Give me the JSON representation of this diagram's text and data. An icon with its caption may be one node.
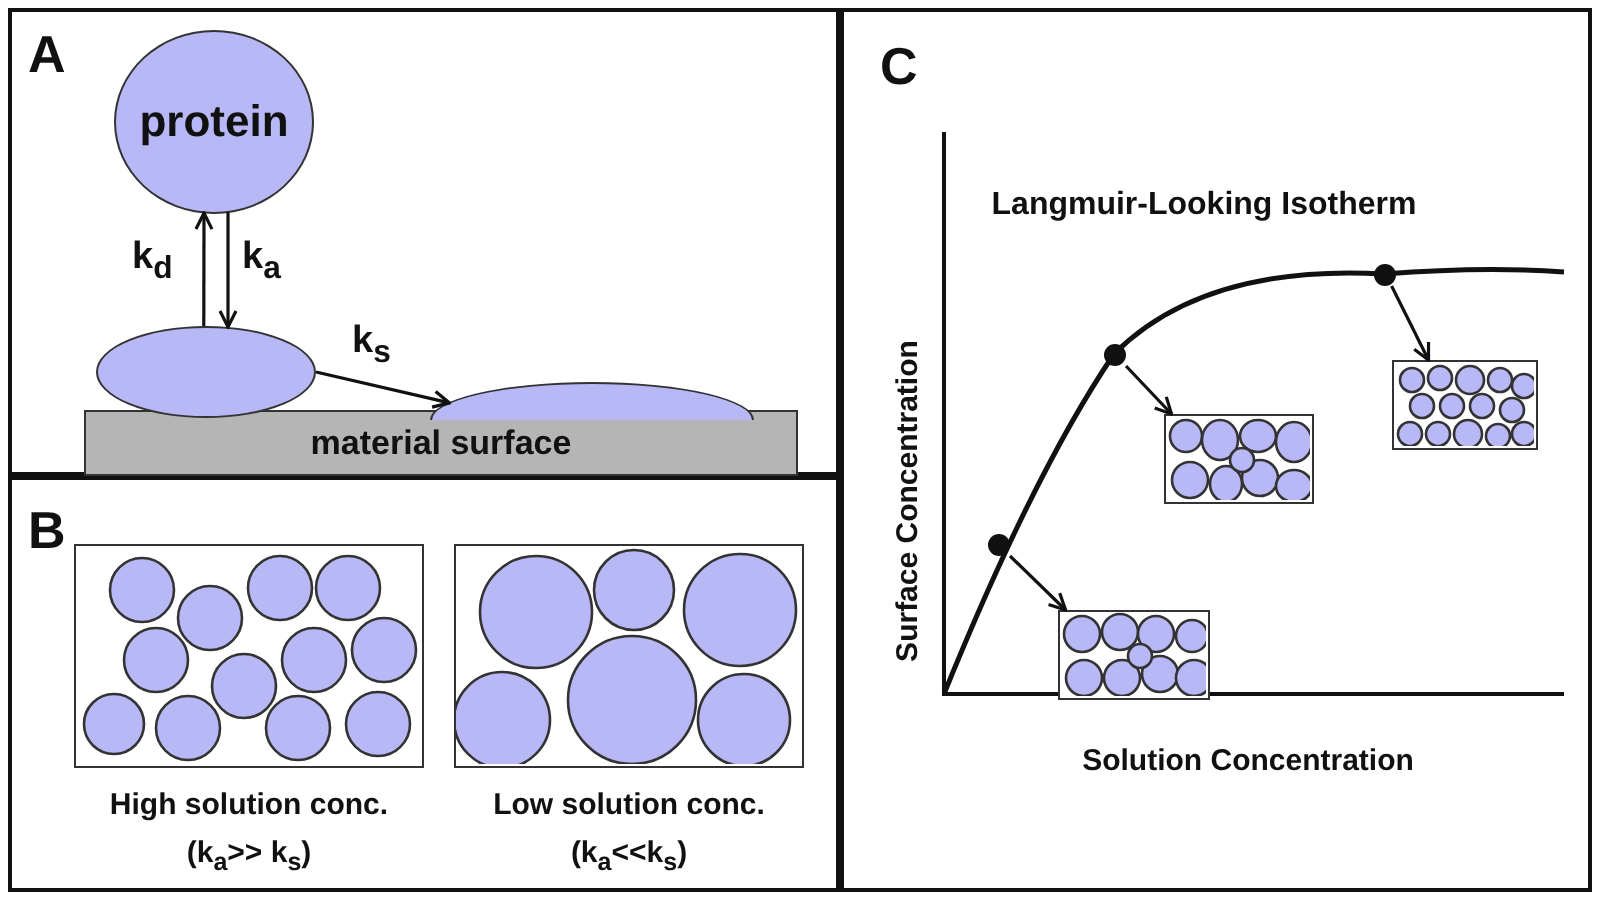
{
  "diagram": {
    "nodes": [
      {
        "text": [
          "A"
        ]
      },
      {
        "text": [
          "protein"
        ],
        "in": 0
      },
      {
        "text": [],
        "shape": "ellipse",
        "in": 0
      },
      {
        "text": [],
        "shape": "ellipse",
        "in": 0
      },
      {
        "text": [
          "material surface"
        ],
        "in": 0
      },
      {
        "text": [
          "B"
        ]
      },
      {
        "text": [],
        "shape": "box",
        "in": 5,
        "beside": [
          "High solution conc.",
          "(k$_{a}$>> k$_{s}$)"
        ]
      },
      {
        "text": [],
        "shape": "box",
        "in": 5,
        "beside": [
          "Low solution conc.",
          "(k$_{a}$<<k$_{s}$)"
        ]
      },
      {
        "text": [
          "C"
        ]
      },
      {
        "text": [],
        "shape": "circle",
        "in": 8
      },
      {
        "text": [],
        "shape": "circle",
        "in": 8
      },
      {
        "text": [],
        "shape": "circle",
        "in": 8
      },
      {
        "text": [],
        "shape": "box",
        "in": 8
      },
      {
        "text": [],
        "shape": "box",
        "in": 8
      },
      {
        "text": [],
        "shape": "box",
        "in": 8
      }
    ],
    "edges": [
      {
        "from": 1,
        "to": 2,
        "arrow": "to",
        "label": "k$_{a}$"
      },
      {
        "from": 2,
        "to": 1,
        "arrow": "to",
        "label": "k$_{d}$"
      },
      {
        "from": 2,
        "to": 3,
        "arrow": "to",
        "label": "k$_{s}$"
      },
      {
        "from": 9,
        "to": 12,
        "arrow": "to"
      },
      {
        "from": 10,
        "to": 13,
        "arrow": "to"
      },
      {
        "from": 11,
        "to": 14,
        "arrow": "to"
      }
    ],
    "labels": [
      "Langmuir-Looking Isotherm",
      "Surface Concentration",
      "Solution Concentration"
    ]
  }
}
